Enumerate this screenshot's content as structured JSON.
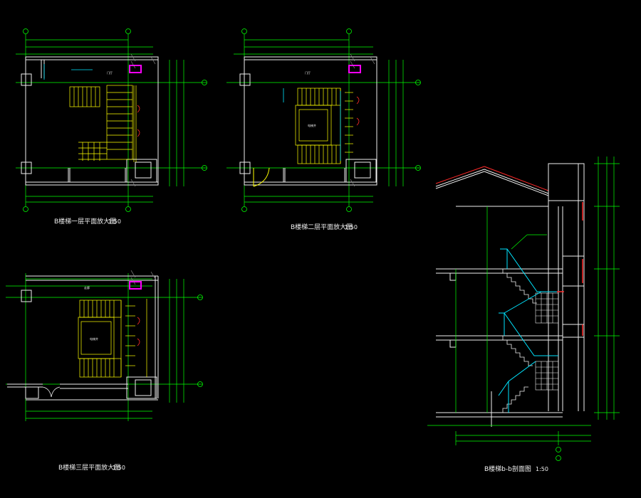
{
  "colors": {
    "background": "#000000",
    "dimension": "#00ff00",
    "wall": "#f0f0f0",
    "stair": "#ffff00",
    "rail": "#00e5ff",
    "magenta": "#ff00ff",
    "red": "#ff2a2a",
    "grey": "#8a8a8a"
  },
  "plans": {
    "floor1": {
      "caption": "B楼梯一层平面放大图",
      "scale": "1:50",
      "room_label": "门厅"
    },
    "floor2": {
      "caption": "B楼梯二层平面放大图",
      "scale": "1:50",
      "room_label": "门厅",
      "core_label": "电梯井"
    },
    "floor3": {
      "caption": "B楼梯三层平面放大图",
      "scale": "1:50",
      "room_label": "走廊",
      "core_label": "电梯井"
    }
  },
  "section": {
    "caption": "B楼梯b-b剖面图",
    "scale": "1:50"
  }
}
